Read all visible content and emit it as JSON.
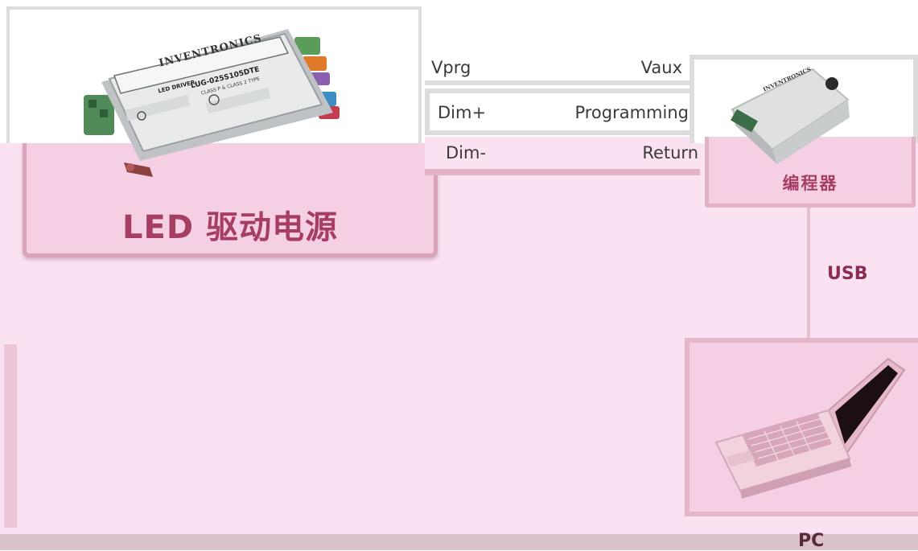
{
  "driver": {
    "label": "LED 驱动电源",
    "device_brand": "INVENTRONICS",
    "device_model": "LUG-025S105DTE",
    "device_type": "LED DRIVER",
    "device_class": "CLASS P & CLASS 2 TYPE"
  },
  "wires": [
    {
      "left": "Vprg",
      "right": "Vaux"
    },
    {
      "left": "Dim+",
      "right": "Programming"
    },
    {
      "left": "Dim-",
      "right": "Return"
    }
  ],
  "programmer": {
    "label": "编程器",
    "device_brand": "INVENTRONICS"
  },
  "usb": {
    "label": "USB"
  },
  "pc": {
    "label": "PC"
  },
  "colors": {
    "pink_bg": "#fbe2f2",
    "label_magenta": "#a63e64",
    "frame_grey": "#dcdcdc"
  }
}
